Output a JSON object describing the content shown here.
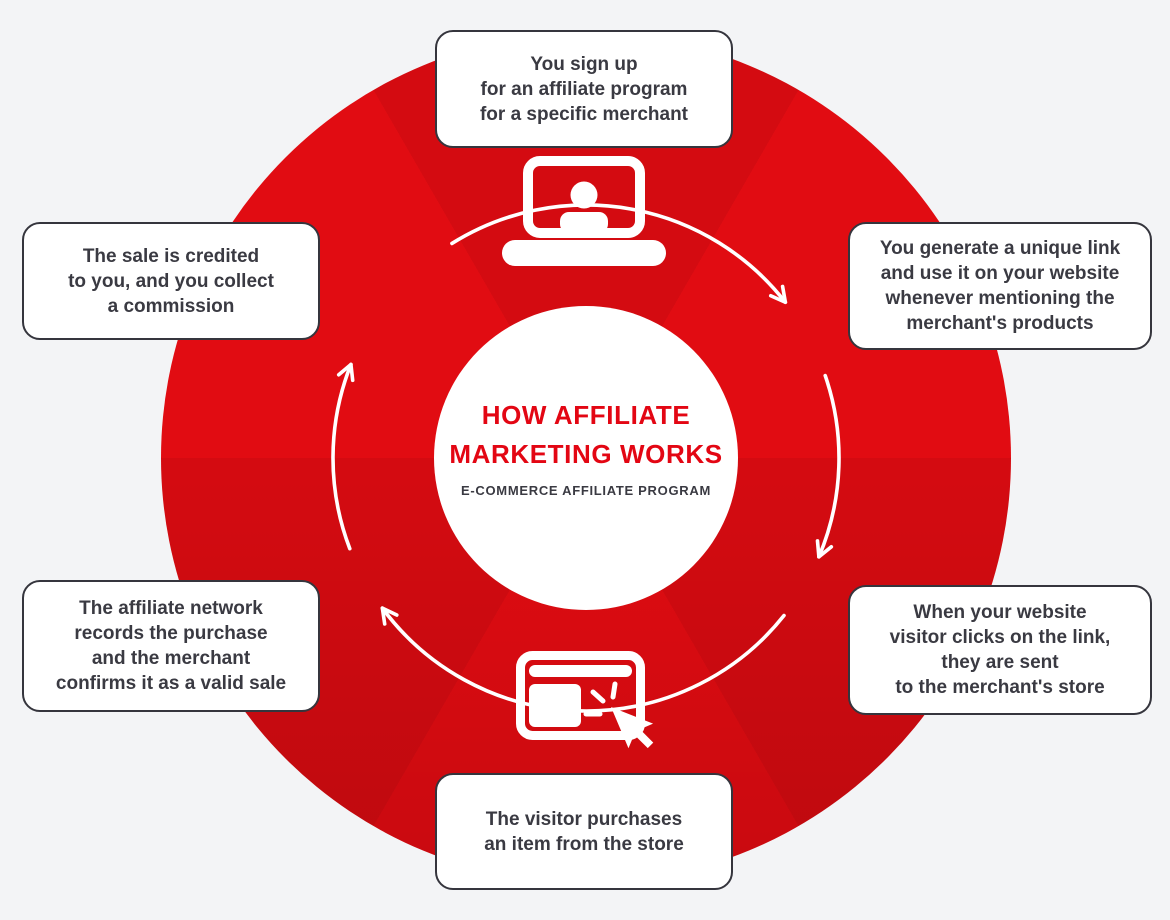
{
  "theme": {
    "page_bg": "#f3f4f6",
    "red_bright": "#e10c12",
    "red_dark": "#d40b11",
    "title_red": "#e30613",
    "text_dark": "#3a3a42",
    "card_bg": "#ffffff",
    "card_border": "#35353d",
    "arrow_color": "#ffffff"
  },
  "center": {
    "title_line1": "HOW AFFILIATE",
    "title_line2": "MARKETING WORKS",
    "subtitle": "E-COMMERCE AFFILIATE PROGRAM"
  },
  "flow": {
    "direction": "clockwise",
    "arrow_count": 4
  },
  "icons": {
    "top": "laptop-user-icon",
    "bottom": "browser-click-icon"
  },
  "steps": [
    {
      "id": "sign-up",
      "position": "top",
      "text": "You sign up\nfor an affiliate program\nfor a specific merchant"
    },
    {
      "id": "generate-link",
      "position": "right-top",
      "text": "You generate a unique link\nand use it on your website\nwhenever mentioning the\nmerchant's products"
    },
    {
      "id": "visitor-clicks",
      "position": "right-bottom",
      "text": "When your website\nvisitor clicks on the link,\nthey are sent\nto the merchant's store"
    },
    {
      "id": "visitor-purchases",
      "position": "bottom",
      "text": "The visitor purchases\nan item from the store"
    },
    {
      "id": "network-records",
      "position": "left-bottom",
      "text": "The affiliate network\nrecords the purchase\nand the merchant\nconfirms it as a valid sale"
    },
    {
      "id": "commission",
      "position": "left-top",
      "text": "The sale is credited\nto you, and you collect\na commission"
    }
  ]
}
